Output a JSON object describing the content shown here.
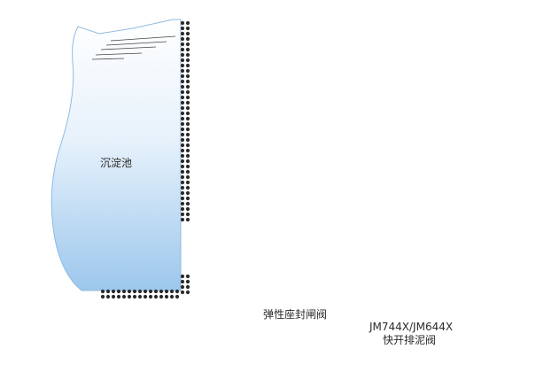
{
  "labels": {
    "tank": "沉淀池",
    "gate_valve": "弹性座封闸阀",
    "drain_valve_model": "JM744X/JM644X",
    "drain_valve_name": "快开排泥阀"
  },
  "icons": [
    "flow-arrow-icon"
  ],
  "colors": {
    "water_top": "#ffffff",
    "water_bottom": "#9fc9ee",
    "outline": "#7fb2dc",
    "valve_body": "#1aa7e4",
    "label_shade": "#bcd9f1",
    "dots": "#2b2b2b"
  }
}
